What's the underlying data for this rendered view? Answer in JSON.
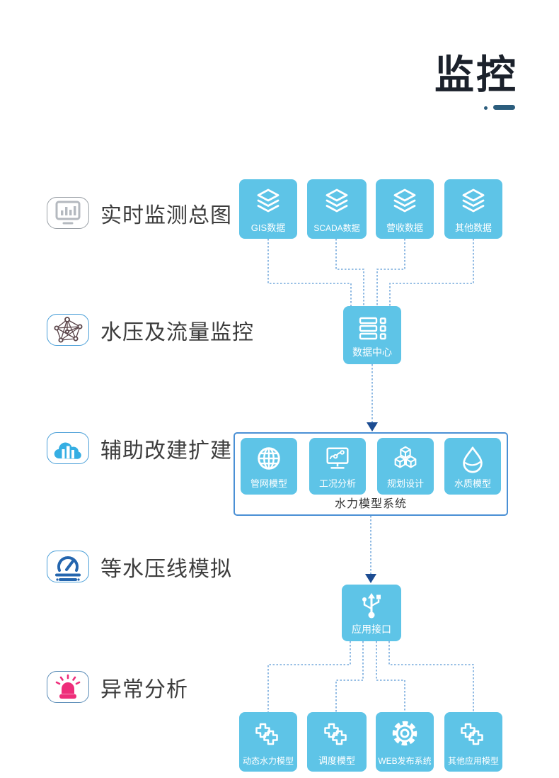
{
  "page": {
    "title": "监控"
  },
  "sidebar": {
    "items": [
      {
        "label": "实时监测总图",
        "icon": "monitor-chart-icon"
      },
      {
        "label": "水压及流量监控",
        "icon": "network-graph-icon"
      },
      {
        "label": "辅助改建扩建",
        "icon": "cloud-buildings-icon"
      },
      {
        "label": "等水压线模拟",
        "icon": "gauge-icon"
      },
      {
        "label": "异常分析",
        "icon": "alarm-siren-icon"
      }
    ]
  },
  "flow": {
    "sources": [
      {
        "label": "GIS数据",
        "icon": "layers-icon"
      },
      {
        "label": "SCADA数据",
        "icon": "layers-icon"
      },
      {
        "label": "营收数据",
        "icon": "layers-icon"
      },
      {
        "label": "其他数据",
        "icon": "layers-icon"
      }
    ],
    "data_center": {
      "label": "数据中心",
      "icon": "server-list-icon"
    },
    "model_system": {
      "label": "水力模型系统",
      "modules": [
        {
          "label": "管网模型",
          "icon": "globe-icon"
        },
        {
          "label": "工况分析",
          "icon": "monitor-analysis-icon"
        },
        {
          "label": "规划设计",
          "icon": "cubes-icon"
        },
        {
          "label": "水质模型",
          "icon": "water-drop-icon"
        }
      ]
    },
    "api": {
      "label": "应用接口",
      "icon": "usb-icon"
    },
    "applications": [
      {
        "label": "动态水力模型",
        "icon": "module-blocks-icon"
      },
      {
        "label": "调度模型",
        "icon": "module-blocks-icon"
      },
      {
        "label": "WEB发布系统",
        "icon": "gear-icon"
      },
      {
        "label": "其他应用模型",
        "icon": "module-blocks-icon"
      }
    ]
  },
  "colors": {
    "box_blue": "#5EC4E7",
    "connector_blue": "#74A9DC",
    "arrow_navy": "#1C4C92",
    "group_border": "#4A90D5",
    "title_dark": "#1b212b",
    "underline_teal": "#2b5d7d",
    "icon_gray": "#b4b9bf",
    "icon_maroon": "#5a4449",
    "icon_cloud_blue": "#35aee3",
    "icon_gauge_blue": "#2465ae",
    "icon_siren_pink": "#ee2d7a"
  }
}
